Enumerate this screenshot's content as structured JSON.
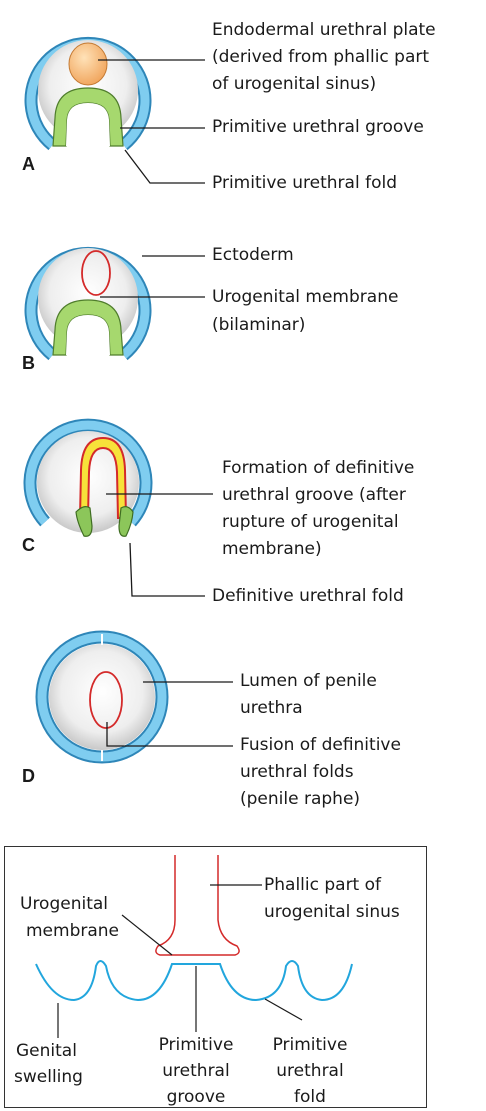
{
  "panels": {
    "a": {
      "letter": "A",
      "labels": {
        "plate": [
          "Endodermal urethral plate",
          "(derived from phallic part",
          "of urogenital sinus)"
        ],
        "groove": "Primitive urethral groove",
        "fold": "Primitive urethral fold"
      }
    },
    "b": {
      "letter": "B",
      "labels": {
        "ectoderm": "Ectoderm",
        "membrane": [
          "Urogenital membrane",
          "(bilaminar)"
        ]
      }
    },
    "c": {
      "letter": "C",
      "labels": {
        "formation": [
          "Formation of definitive",
          "urethral groove (after",
          "rupture of urogenital",
          "membrane)"
        ],
        "fold": "Definitive urethral fold"
      }
    },
    "d": {
      "letter": "D",
      "labels": {
        "lumen": [
          "Lumen of penile",
          "urethra"
        ],
        "fusion": [
          "Fusion of definitive",
          "urethral folds",
          "(penile raphe)"
        ]
      }
    }
  },
  "inset": {
    "phallic": [
      "Phallic part of",
      "urogenital sinus"
    ],
    "membrane": [
      "Urogenital",
      "membrane"
    ],
    "swelling": [
      "Genital",
      "swelling"
    ],
    "groove": [
      "Primitive",
      "urethral",
      "groove"
    ],
    "fold": [
      "Primitive",
      "urethral",
      "fold"
    ]
  },
  "colors": {
    "ectoderm_blue": "#5bb8e0",
    "fold_green": "#9bd166",
    "plate_orange": "#f5b06a",
    "membrane_red": "#d42a2a",
    "groove_yellow": "#f7e23a",
    "inset_cyan": "#22a6dd"
  }
}
